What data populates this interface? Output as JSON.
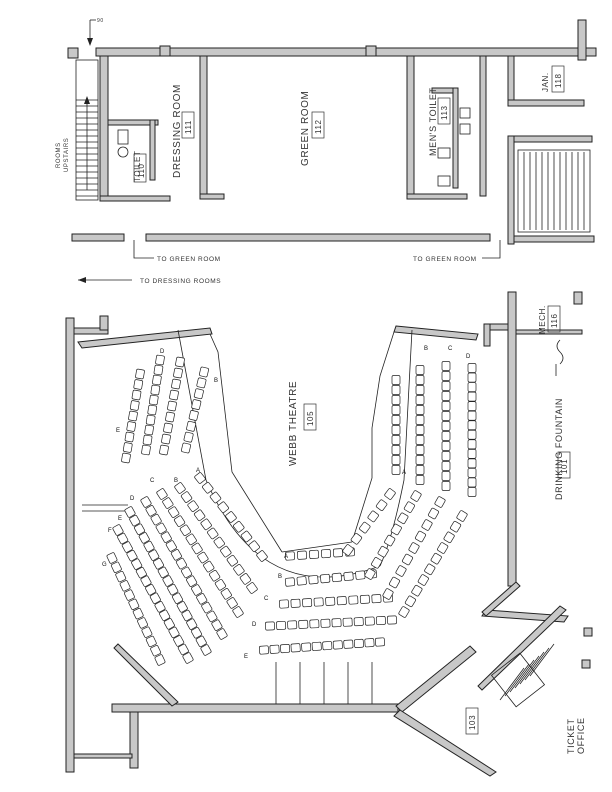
{
  "floor_plan": {
    "top_marker": "90",
    "stairs_label": [
      "ROOMS",
      "UPSTAIRS"
    ],
    "rooms": {
      "toilet_110": {
        "name": "TOILET",
        "number": "110"
      },
      "dressing_room_111": {
        "name": "DRESSING ROOM",
        "number": "111"
      },
      "green_room_112": {
        "name": "GREEN ROOM",
        "number": "112"
      },
      "mens_toilet_113": {
        "name": "MEN'S TOILET",
        "number": "113"
      },
      "janitor_118": {
        "name": "JAN.",
        "number": "118"
      },
      "mech_116": {
        "name": "MECH.",
        "number": "116"
      },
      "webb_theatre_105": {
        "name": "WEBB THEATRE",
        "number": "105"
      },
      "lobby_101": {
        "number": "101"
      },
      "room_103": {
        "number": "103"
      },
      "ticket_office": {
        "name": [
          "TICKET",
          "OFFICE"
        ]
      }
    },
    "directions": {
      "to_green_room_left": "TO GREEN ROOM",
      "to_green_room_right": "TO GREEN ROOM",
      "to_dressing_rooms": "TO DRESSING ROOMS"
    },
    "drinking_fountain": "DRINKING FOUNTAIN",
    "row_letters": [
      "A",
      "B",
      "C",
      "D",
      "E",
      "F",
      "G"
    ]
  }
}
